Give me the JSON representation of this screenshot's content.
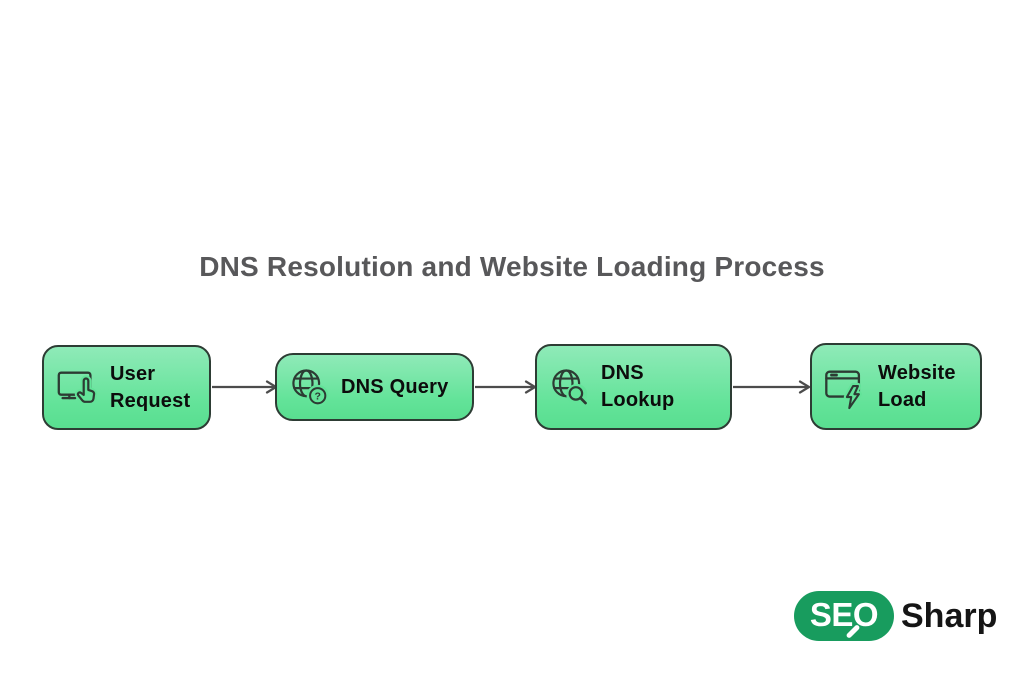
{
  "title": {
    "text": "DNS Resolution and Website Loading Process"
  },
  "flow": {
    "boxes": [
      {
        "name": "user-request",
        "lines": [
          "User",
          "Request"
        ],
        "icon": "monitor-touch-icon"
      },
      {
        "name": "dns-query",
        "lines": [
          "DNS Query"
        ],
        "icon": "globe-question-icon",
        "icon_glyph": "?"
      },
      {
        "name": "dns-lookup",
        "lines": [
          "DNS",
          "Lookup"
        ],
        "icon": "globe-search-icon"
      },
      {
        "name": "website-load",
        "lines": [
          "Website",
          "Load"
        ],
        "icon": "browser-lightning-icon"
      }
    ],
    "arrow_count": 3
  },
  "colors": {
    "box_fill_top": "#8feab8",
    "box_fill_bottom": "#59de90",
    "box_border": "#2d3c34",
    "icon_stroke": "#2c3b33",
    "arrow": "#4c4c4c",
    "title_text": "#58585a",
    "label_text": "#0c0c0c",
    "brand_green": "#189c5e"
  },
  "logo": {
    "seo": "SEO",
    "sharp": "Sharp"
  }
}
